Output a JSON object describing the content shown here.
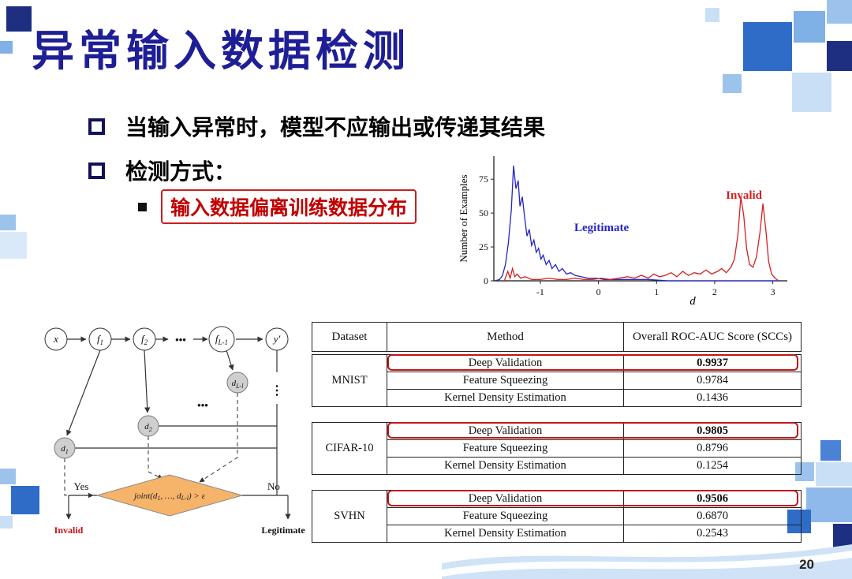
{
  "slide": {
    "title": "异常输入数据检测",
    "page_number": "20",
    "accent_colors": {
      "title_blue": "#1e1e96",
      "highlight_red": "#c00000",
      "legitimate_blue": "#2424c8",
      "invalid_red": "#d42020"
    }
  },
  "bullets": {
    "item1": "当输入异常时，模型不应输出或传递其结果",
    "item2": "检测方式：",
    "sub1": "输入数据偏离训练数据分布"
  },
  "chart_data": {
    "type": "line",
    "title": "",
    "xlabel": "d",
    "ylabel": "Number of Examples",
    "xlim": [
      -1.8,
      3.25
    ],
    "ylim": [
      0,
      92
    ],
    "xticks": [
      -1,
      0,
      1,
      2,
      3
    ],
    "yticks": [
      0,
      25,
      50,
      75
    ],
    "grid": false,
    "legend_position": "inline",
    "series": [
      {
        "name": "Legitimate",
        "color": "#2424c8",
        "x": [
          -1.78,
          -1.7,
          -1.65,
          -1.6,
          -1.55,
          -1.5,
          -1.46,
          -1.42,
          -1.38,
          -1.35,
          -1.31,
          -1.27,
          -1.23,
          -1.19,
          -1.15,
          -1.11,
          -1.07,
          -1.03,
          -0.99,
          -0.95,
          -0.9,
          -0.85,
          -0.8,
          -0.74,
          -0.68,
          -0.62,
          -0.55,
          -0.48,
          -0.4,
          -0.3,
          -0.18,
          -0.05,
          0.1,
          0.3,
          0.55,
          0.85,
          1.2,
          1.6,
          2.0,
          2.4,
          2.8,
          3.1
        ],
        "y": [
          0,
          1,
          4,
          12,
          28,
          52,
          85,
          68,
          74,
          55,
          62,
          47,
          33,
          38,
          26,
          30,
          21,
          24,
          16,
          19,
          12,
          15,
          9,
          12,
          7,
          9,
          5,
          6,
          4,
          3,
          2,
          2,
          1,
          1,
          1,
          1,
          0,
          0,
          0,
          0,
          0,
          0
        ]
      },
      {
        "name": "Invalid",
        "color": "#d42020",
        "x": [
          -1.62,
          -1.56,
          -1.52,
          -1.48,
          -1.44,
          -1.4,
          -1.34,
          -1.26,
          -1.15,
          -1.0,
          -0.85,
          -0.7,
          -0.55,
          -0.4,
          -0.25,
          -0.1,
          0.05,
          0.2,
          0.35,
          0.5,
          0.62,
          0.74,
          0.86,
          0.95,
          1.05,
          1.15,
          1.25,
          1.35,
          1.45,
          1.55,
          1.65,
          1.75,
          1.85,
          1.95,
          2.05,
          2.12,
          2.2,
          2.28,
          2.34,
          2.4,
          2.45,
          2.5,
          2.55,
          2.6,
          2.66,
          2.72,
          2.78,
          2.83,
          2.88,
          2.93,
          2.98,
          3.04,
          3.1
        ],
        "y": [
          0,
          7,
          2,
          9,
          3,
          5,
          2,
          3,
          1,
          1,
          2,
          1,
          1,
          2,
          1,
          1,
          2,
          1,
          2,
          3,
          2,
          4,
          2,
          5,
          3,
          4,
          6,
          3,
          7,
          4,
          6,
          5,
          8,
          5,
          7,
          9,
          6,
          10,
          16,
          34,
          62,
          48,
          24,
          12,
          10,
          18,
          36,
          57,
          38,
          14,
          5,
          2,
          0
        ]
      }
    ]
  },
  "diagram": {
    "node_x": "x",
    "f_base": "f",
    "f1_sub": "1",
    "f2_sub": "2",
    "fl_sub": "L-1",
    "node_y": "y′",
    "d_base": "d",
    "d1_sub": "1",
    "d2_sub": "2",
    "dl_sub": "L-l",
    "dots_h": "•••",
    "dots_v": "⋮",
    "cond_p1": "joint(d",
    "cond_s1": "1",
    "cond_p2": ", …, d",
    "cond_s2": "L-l",
    "cond_p3": ") > ε",
    "yes_label": "Yes",
    "no_label": "No",
    "invalid_label": "Invalid",
    "legitimate_label": "Legitimate"
  },
  "table": {
    "headers": [
      "Dataset",
      "Method",
      "Overall ROC-AUC Score (SCCs)"
    ],
    "groups": [
      {
        "dataset": "MNIST",
        "rows": [
          {
            "method": "Deep Validation",
            "score": "0.9937",
            "highlight": true
          },
          {
            "method": "Feature Squeezing",
            "score": "0.9784",
            "highlight": false
          },
          {
            "method": "Kernel Density Estimation",
            "score": "0.1436",
            "highlight": false
          }
        ]
      },
      {
        "dataset": "CIFAR-10",
        "rows": [
          {
            "method": "Deep Validation",
            "score": "0.9805",
            "highlight": true
          },
          {
            "method": "Feature Squeezing",
            "score": "0.8796",
            "highlight": false
          },
          {
            "method": "Kernel Density Estimation",
            "score": "0.1254",
            "highlight": false
          }
        ]
      },
      {
        "dataset": "SVHN",
        "rows": [
          {
            "method": "Deep Validation",
            "score": "0.9506",
            "highlight": true
          },
          {
            "method": "Feature Squeezing",
            "score": "0.6870",
            "highlight": false
          },
          {
            "method": "Kernel Density Estimation",
            "score": "0.2543",
            "highlight": false
          }
        ]
      }
    ]
  }
}
